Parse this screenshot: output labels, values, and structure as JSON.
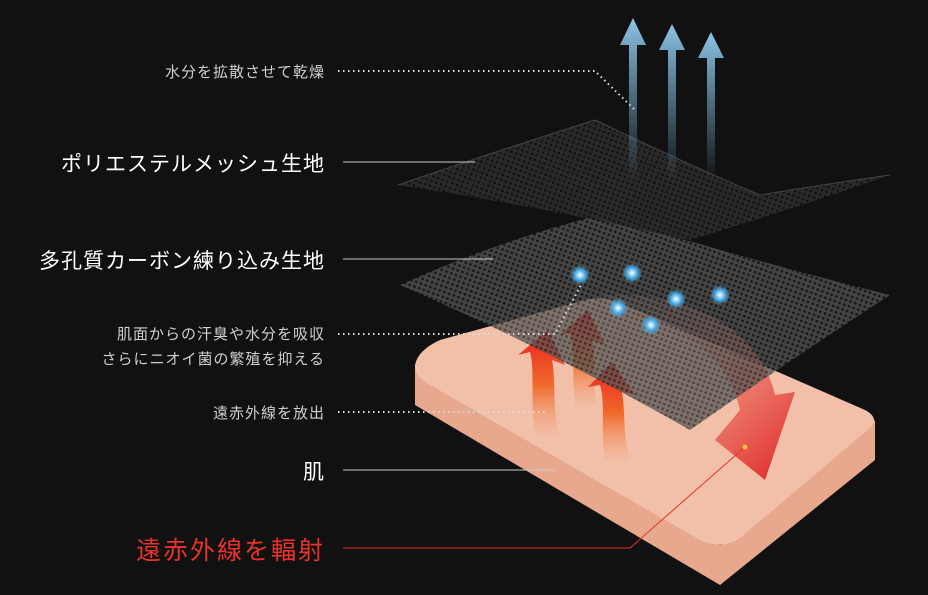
{
  "labels": {
    "evaporate": "水分を拡散させて乾燥",
    "polyester_mesh": "ポリエステルメッシュ生地",
    "carbon_fabric": "多孔質カーボン練り込み生地",
    "absorb_line1": "肌面からの汗臭や水分を吸収",
    "absorb_line2": "さらにニオイ菌の繁殖を抑える",
    "far_infrared_emit": "遠赤外線を放出",
    "skin": "肌",
    "far_infrared_radiate": "遠赤外線を輻射"
  },
  "colors": {
    "background": "#111111",
    "accent_red": "#e8322a",
    "skin": "#f2b9a0",
    "vapor_blue": "#7ab8de"
  }
}
